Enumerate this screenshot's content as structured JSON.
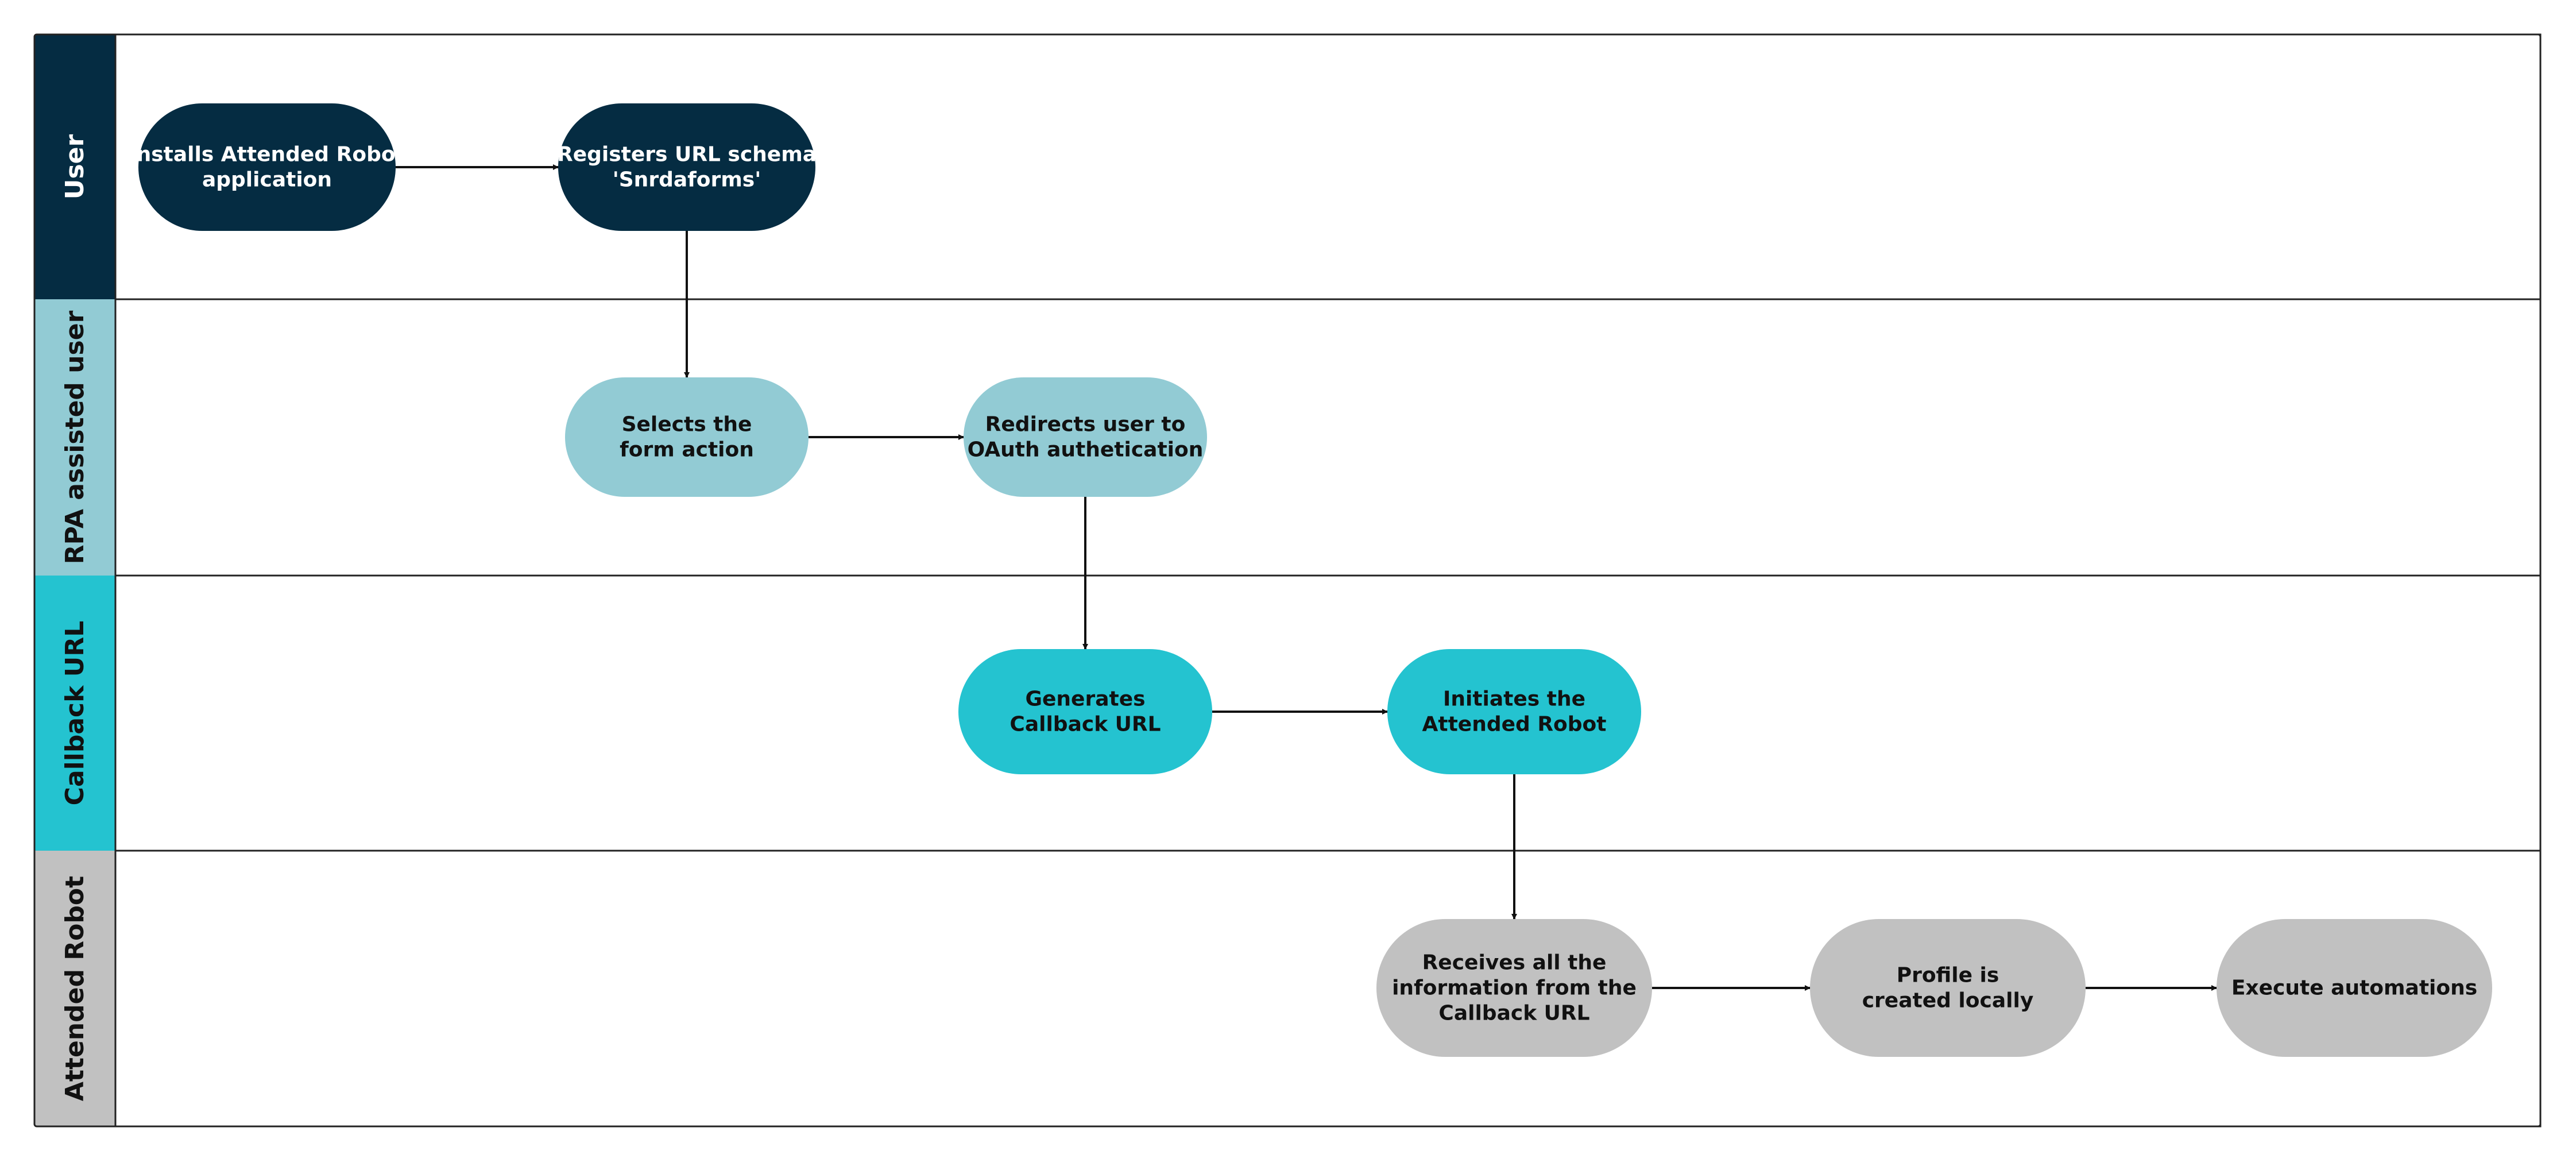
{
  "colors": {
    "user": "#052c42",
    "rpa": "#92cbd4",
    "callback": "#24c3d0",
    "robot": "#c1c1c1",
    "text_light": "#ffffff",
    "text_dark": "#111111",
    "line": "#111111",
    "border": "#222222"
  },
  "lanes": [
    {
      "id": "user",
      "label": "User",
      "color": "user",
      "text_color": "text_light"
    },
    {
      "id": "rpa",
      "label": "RPA assisted user",
      "color": "rpa",
      "text_color": "text_dark"
    },
    {
      "id": "callback",
      "label": "Callback URL",
      "color": "callback",
      "text_color": "text_dark"
    },
    {
      "id": "robot",
      "label": "Attended Robot",
      "color": "robot",
      "text_color": "text_dark"
    }
  ],
  "nodes": [
    {
      "id": "install",
      "lane": "user",
      "shape": "stadium",
      "lines": [
        "Installs Attended Robot",
        "application"
      ]
    },
    {
      "id": "register",
      "lane": "user",
      "shape": "stadium",
      "lines": [
        "Registers URL schema",
        "'Snrdaforms'"
      ]
    },
    {
      "id": "select",
      "lane": "rpa",
      "shape": "stadium",
      "lines": [
        "Selects the",
        "form action"
      ]
    },
    {
      "id": "redirect",
      "lane": "rpa",
      "shape": "stadium",
      "lines": [
        "Redirects user to",
        "OAuth authetication"
      ]
    },
    {
      "id": "generate",
      "lane": "callback",
      "shape": "stadium",
      "lines": [
        "Generates",
        "Callback URL"
      ]
    },
    {
      "id": "initiate",
      "lane": "callback",
      "shape": "stadium",
      "lines": [
        "Initiates the",
        "Attended Robot"
      ]
    },
    {
      "id": "receive",
      "lane": "robot",
      "shape": "stadium",
      "lines": [
        "Receives all the",
        "information from the",
        "Callback URL"
      ]
    },
    {
      "id": "profile",
      "lane": "robot",
      "shape": "stadium",
      "lines": [
        "Profile is",
        "created locally"
      ]
    },
    {
      "id": "execute",
      "lane": "robot",
      "shape": "stadium",
      "lines": [
        "Execute automations"
      ]
    }
  ],
  "edges": [
    {
      "from": "install",
      "to": "register"
    },
    {
      "from": "register",
      "to": "select"
    },
    {
      "from": "select",
      "to": "redirect"
    },
    {
      "from": "redirect",
      "to": "generate"
    },
    {
      "from": "generate",
      "to": "initiate"
    },
    {
      "from": "initiate",
      "to": "receive"
    },
    {
      "from": "receive",
      "to": "profile"
    },
    {
      "from": "profile",
      "to": "execute"
    }
  ]
}
